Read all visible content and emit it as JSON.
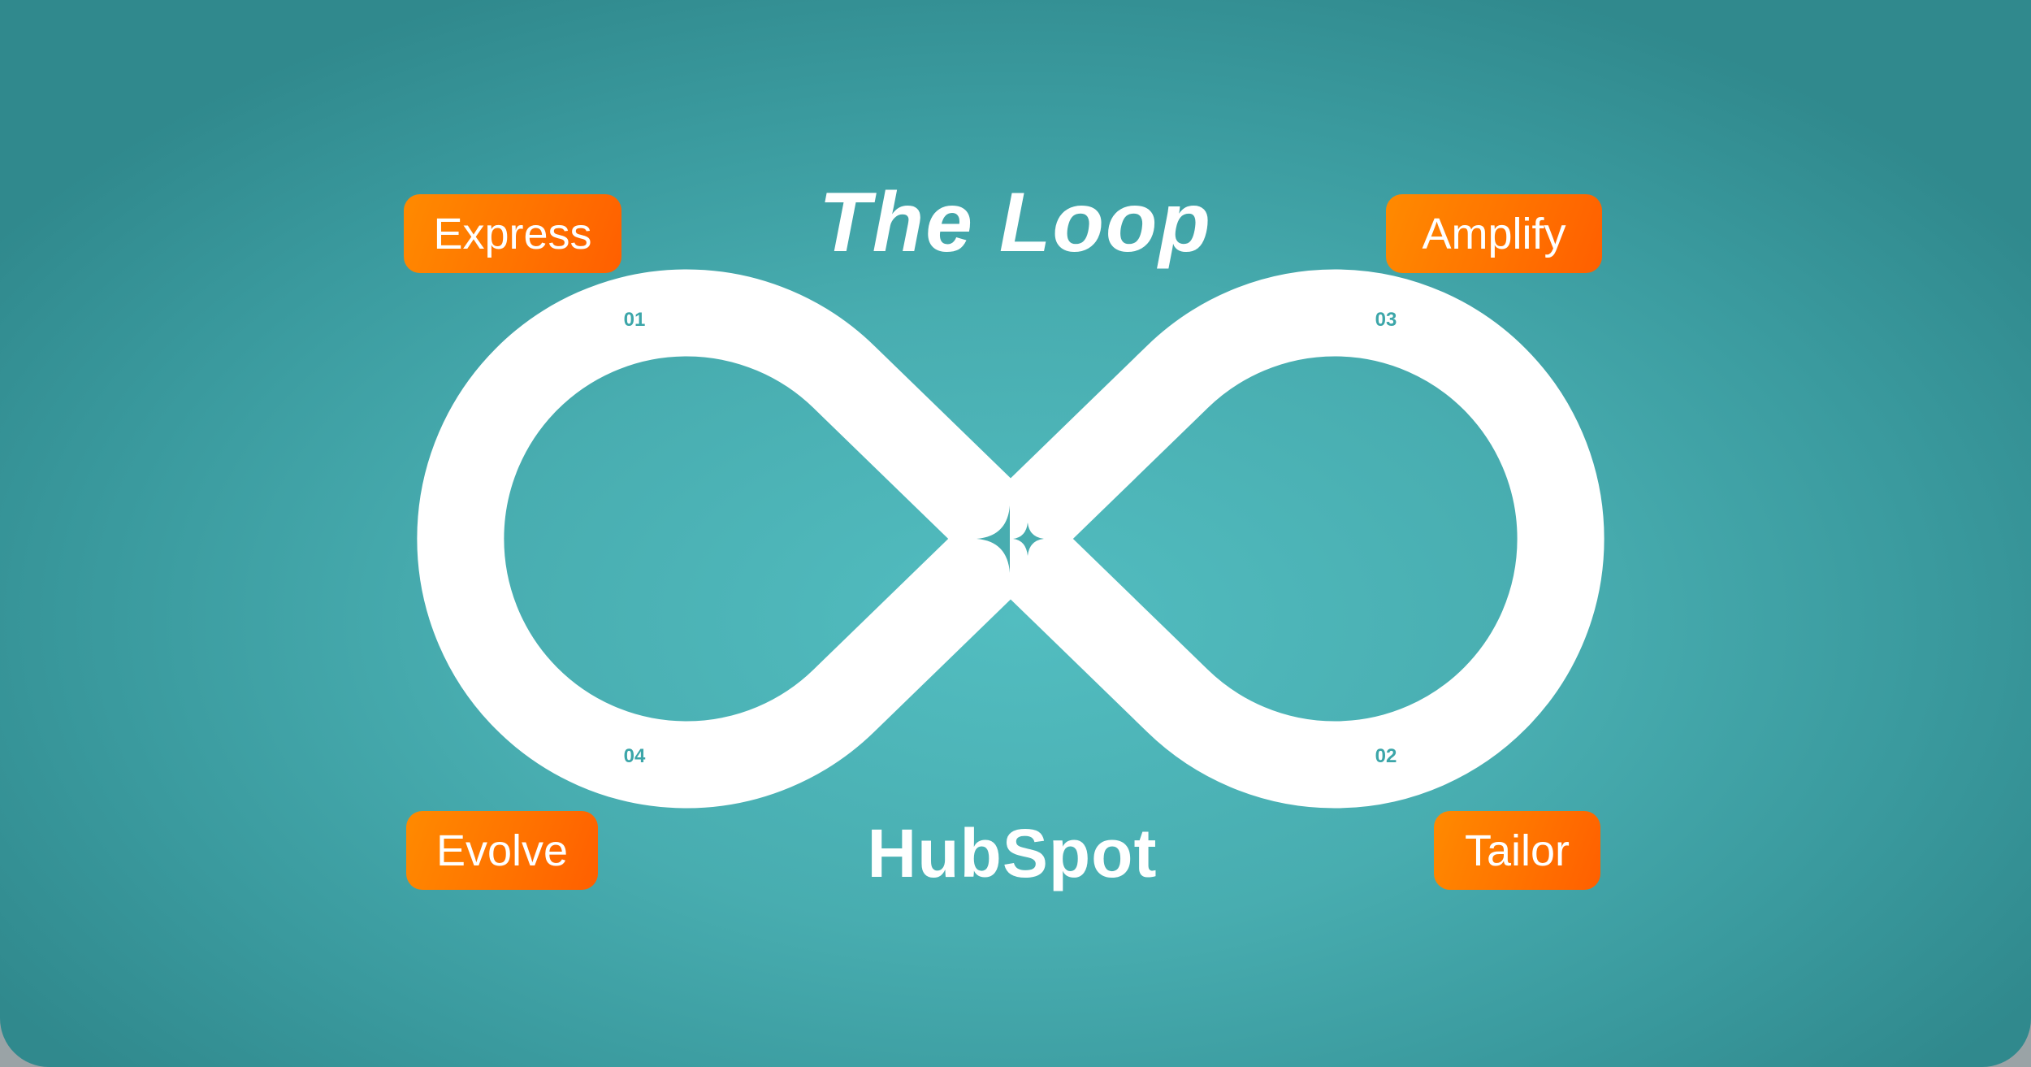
{
  "title": "The Loop",
  "stages": [
    {
      "label": "Express",
      "number": "01"
    },
    {
      "label": "Tailor",
      "number": "02"
    },
    {
      "label": "Amplify",
      "number": "03"
    },
    {
      "label": "Evolve",
      "number": "04"
    }
  ],
  "brand": "HubSpot",
  "colors": {
    "accent": "#ff7300",
    "background": "#48adb0",
    "loop": "#ffffff"
  }
}
